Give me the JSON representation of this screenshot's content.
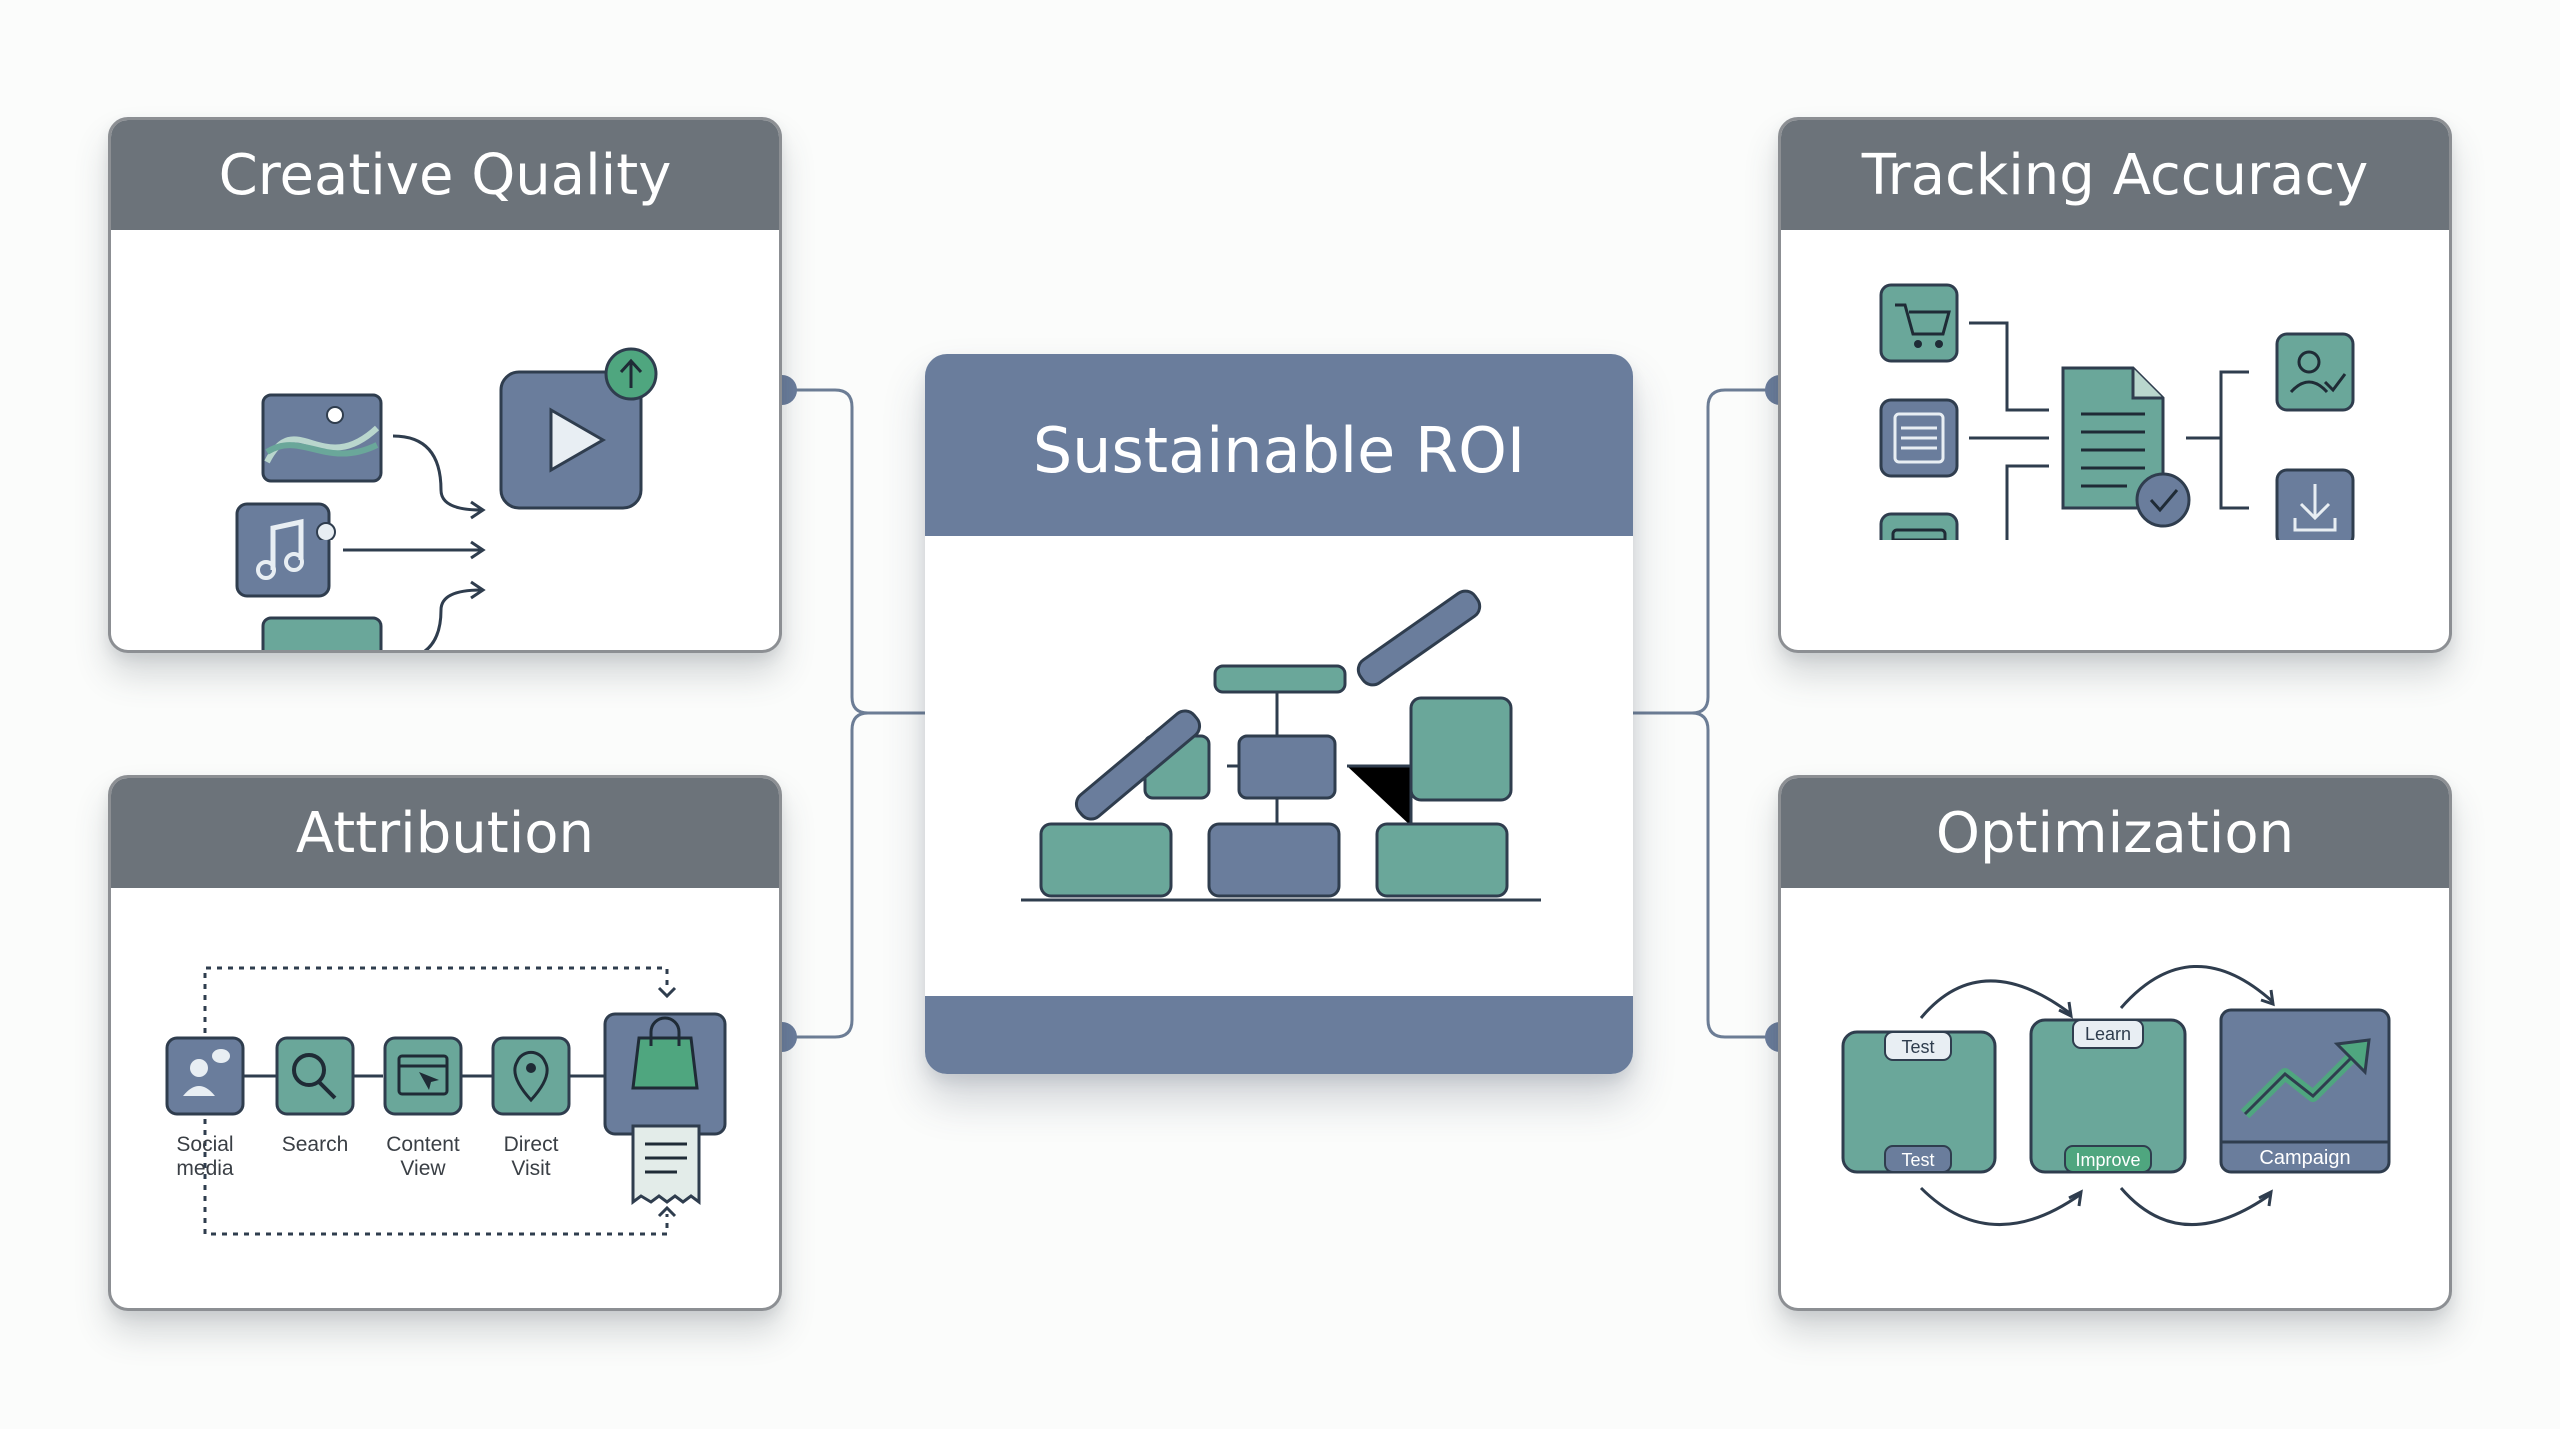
{
  "center": {
    "title": "Sustainable ROI"
  },
  "cards": {
    "creative_quality": {
      "title": "Creative Quality"
    },
    "tracking_accuracy": {
      "title": "Tracking Accuracy"
    },
    "attribution": {
      "title": "Attribution",
      "steps": [
        {
          "label_line1": "Social",
          "label_line2": "media"
        },
        {
          "label_line1": "Search",
          "label_line2": ""
        },
        {
          "label_line1": "Content",
          "label_line2": "View"
        },
        {
          "label_line1": "Direct",
          "label_line2": "Visit"
        }
      ]
    },
    "optimization": {
      "title": "Optimization",
      "box1_top": "Test",
      "box1_bottom": "Test",
      "box2_top": "Learn",
      "box2_bottom": "Improve",
      "box3_bottom": "Campaign"
    }
  },
  "colors": {
    "slate_blue": "#6a7d9c",
    "teal": "#6aa79a",
    "gray_header": "#6c737a",
    "outline": "#2f3d4e"
  }
}
